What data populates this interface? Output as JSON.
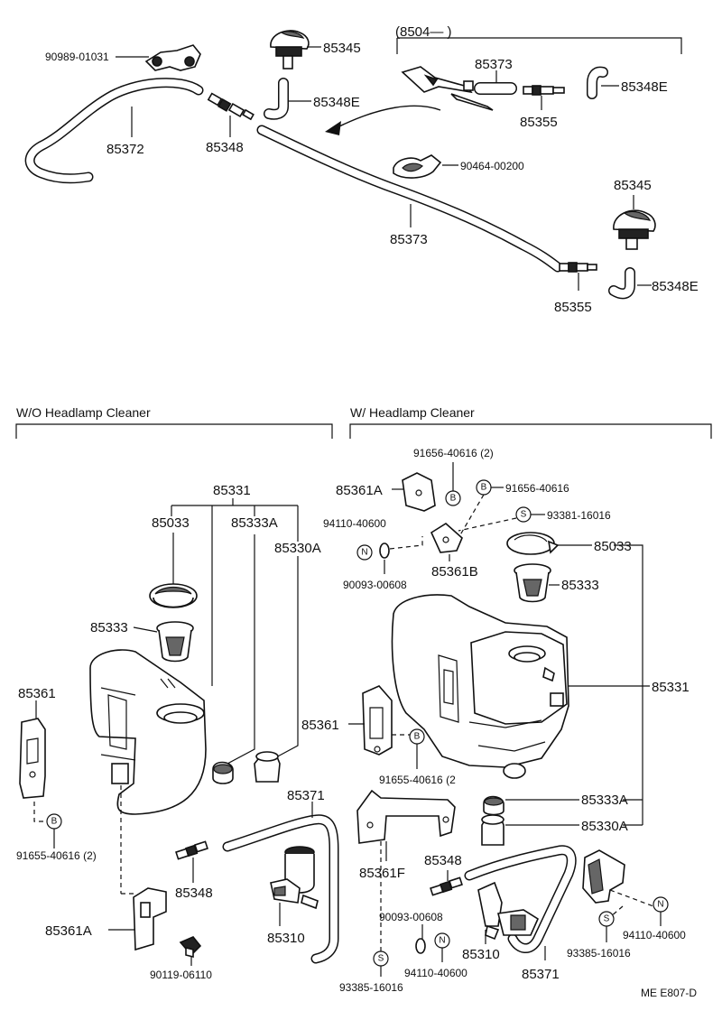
{
  "sections": {
    "without_headlamp_cleaner": "W/O  Headlamp Cleaner",
    "with_headlamp_cleaner": "W/ Headlamp Cleaner",
    "optional_group": "(8504—        )"
  },
  "footer_code": "ME  E807-D",
  "marker_letters": {
    "B": "B",
    "S": "S",
    "N": "N"
  },
  "top_parts": {
    "p90989_01031": "90989-01031",
    "p85345_a": "85345",
    "p85348E_a": "85348E",
    "p85372": "85372",
    "p85348": "85348",
    "p85373_opt": "85373",
    "p85348E_opt": "85348E",
    "p85355_opt": "85355",
    "p90464_00200": "90464-00200",
    "p85345_b": "85345",
    "p85373": "85373",
    "p85348E_b": "85348E",
    "p85355_b": "85355"
  },
  "wo_parts": {
    "p85331": "85331",
    "p85033": "85033",
    "p85333A": "85333A",
    "p85330A": "85330A",
    "p85333": "85333",
    "p85361": "85361",
    "p91655_40616": "91655-40616 (2)",
    "p85371": "85371",
    "p85348": "85348",
    "p85310": "85310",
    "p85361A": "85361A",
    "p90119_06110": "90119-06110"
  },
  "w_parts": {
    "p91656_40616_2": "91656-40616 (2)",
    "p85361A": "85361A",
    "p91656_40616": "91656-40616",
    "p93381_16016": "93381-16016",
    "p94110_40600_a": "94110-40600",
    "p85033": "85033",
    "p85361B": "85361B",
    "p85333": "85333",
    "p90093_00608_a": "90093-00608",
    "p85331": "85331",
    "p85361": "85361",
    "p91655_40616": "91655-40616 (2",
    "p85333A": "85333A",
    "p85330A": "85330A",
    "p85361F": "85361F",
    "p85348": "85348",
    "p90093_00608_b": "90093-00608",
    "p94110_40600_b": "94110-40600",
    "p85310": "85310",
    "p85371": "85371",
    "p93385_16016_a": "93385-16016",
    "p94110_40600_c": "94110-40600",
    "p93385_16016_b": "93385-16016"
  }
}
